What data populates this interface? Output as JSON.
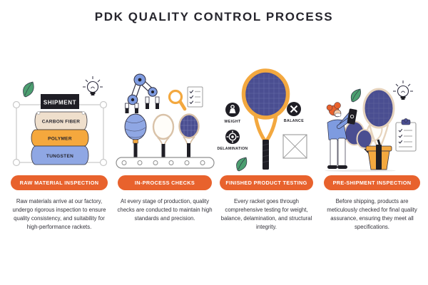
{
  "title": "PDK QUALITY CONTROL PROCESS",
  "colors": {
    "accent_orange": "#E8622D",
    "amber": "#F5A83D",
    "periwinkle_blue": "#8FA7E4",
    "navy_strings": "#4A4E91",
    "beige": "#EFDFCC",
    "ink": "#26252D",
    "leaf_green": "#4C9F70"
  },
  "steps": [
    {
      "label": "RAW MATERIAL INSPECTION",
      "description": "Raw materials arrive at our factory, undergo rigorous inspection to ensure quality consistency, and suitability for high-performance rackets.",
      "shipment_label": "SHIPMENT",
      "materials": [
        "CARBON FIBER",
        "POLYMER",
        "TUNGSTEN"
      ]
    },
    {
      "label": "IN-PROCESS CHECKS",
      "description": "At every stage of production, quality checks are conducted to maintain high standards and precision."
    },
    {
      "label": "FINISHED PRODUCT TESTING",
      "description": "Every racket goes through comprehensive testing for weight, balance, delamination, and structural integrity.",
      "tests": [
        "WEIGHT",
        "BALANCE",
        "DELAMINATION"
      ]
    },
    {
      "label": "PRE-SHIPMENT INSPECTION",
      "description": "Before shipping, products are meticulously checked for final quality assurance, ensuring they meet all specifications."
    }
  ]
}
